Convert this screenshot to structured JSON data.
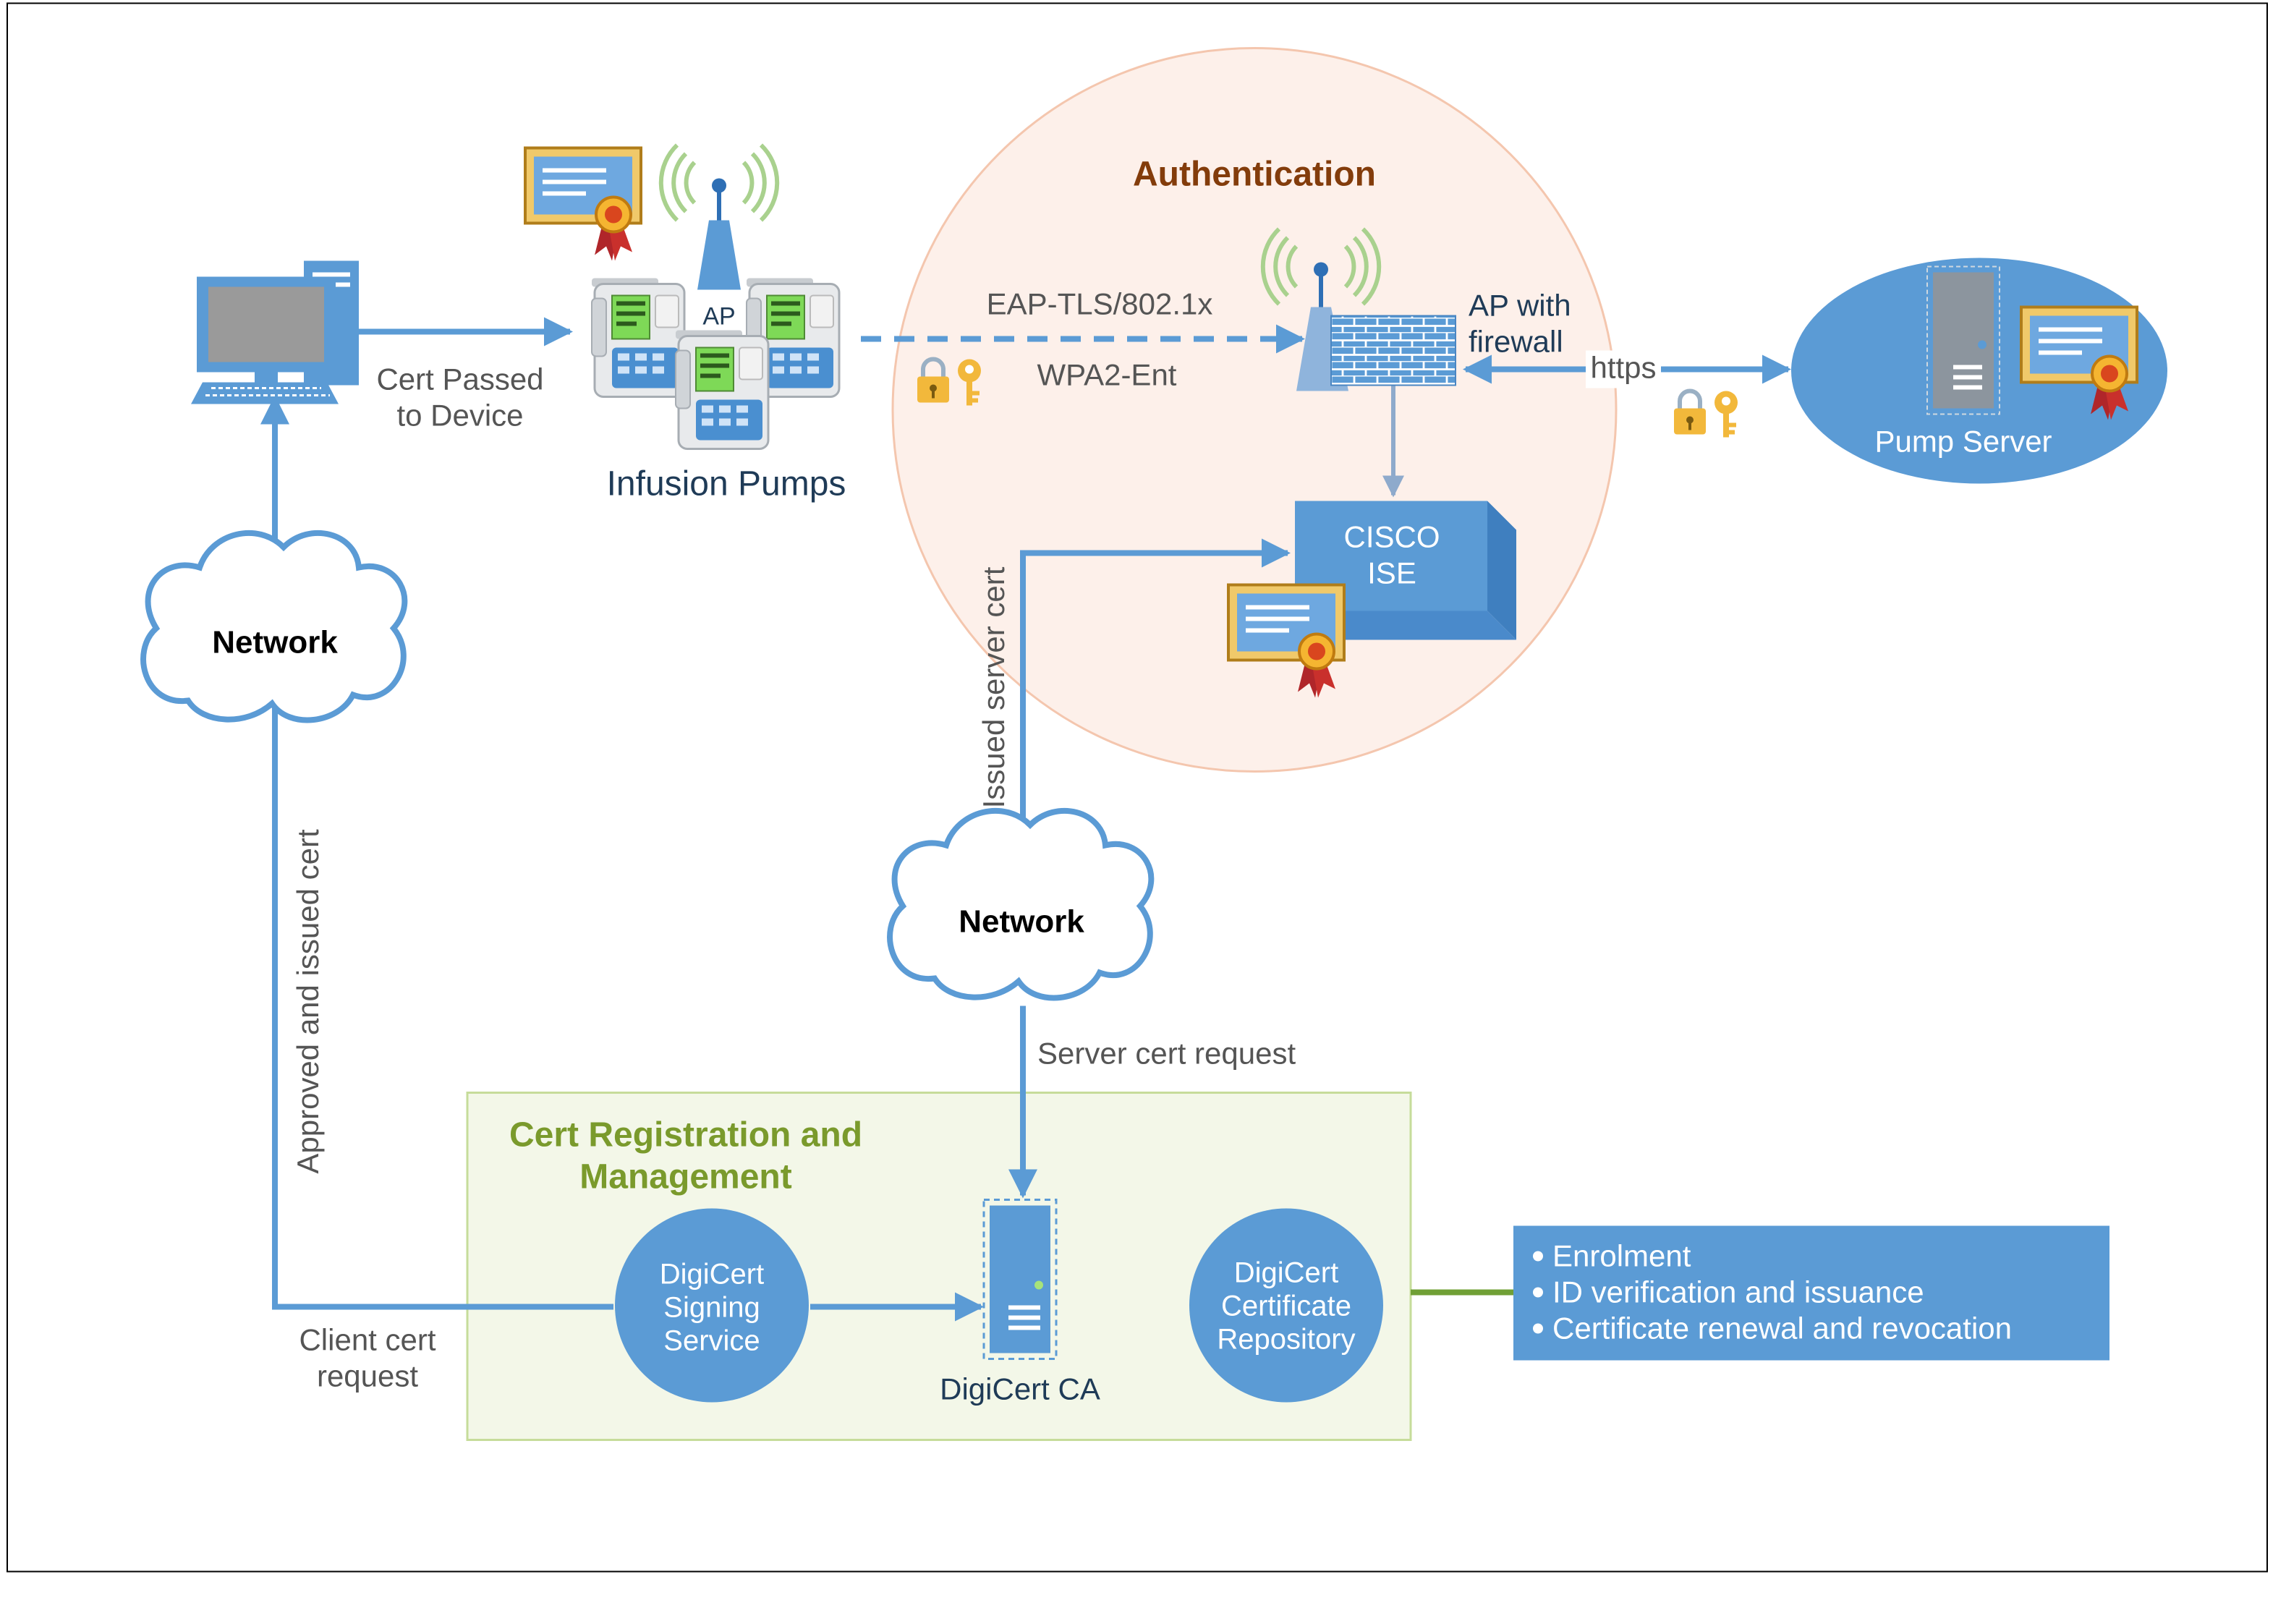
{
  "colors": {
    "blue": "#5b9bd5",
    "dark_text": "#1f3b57",
    "gray_text": "#555555",
    "auth_title": "#833c0b",
    "green_title": "#7a9a2c",
    "auth_circle": "#fdf0ea",
    "green_box": "#f3f7e8"
  },
  "authentication": {
    "title": "Authentication"
  },
  "infusion": {
    "ap_label": "AP",
    "caption": "Infusion Pumps"
  },
  "labels": {
    "cert_passed_1": "Cert Passed",
    "cert_passed_2": "to Device",
    "eap_tls": "EAP-TLS/802.1x",
    "wpa2": "WPA2-Ent",
    "ap_firewall_1": "AP with",
    "ap_firewall_2": "firewall",
    "https": "https",
    "issued_server_cert": "Issued server cert",
    "approved_issued": "Approved and issued cert",
    "server_cert_request": "Server cert request",
    "client_cert_1": "Client cert",
    "client_cert_2": "request"
  },
  "pump_server": {
    "caption": "Pump Server"
  },
  "cisco_ise": {
    "line1": "CISCO",
    "line2": "ISE"
  },
  "networks": {
    "left": "Network",
    "middle": "Network"
  },
  "registration": {
    "title_line1": "Cert Registration and",
    "title_line2": "Management"
  },
  "signing": {
    "line1": "DigiCert",
    "line2": "Signing",
    "line3": "Service"
  },
  "ca": {
    "caption": "DigiCert CA"
  },
  "repository": {
    "line1": "DigiCert",
    "line2": "Certificate",
    "line3": "Repository"
  },
  "features": [
    "Enrolment",
    "ID verification and issuance",
    "Certificate renewal and revocation"
  ]
}
